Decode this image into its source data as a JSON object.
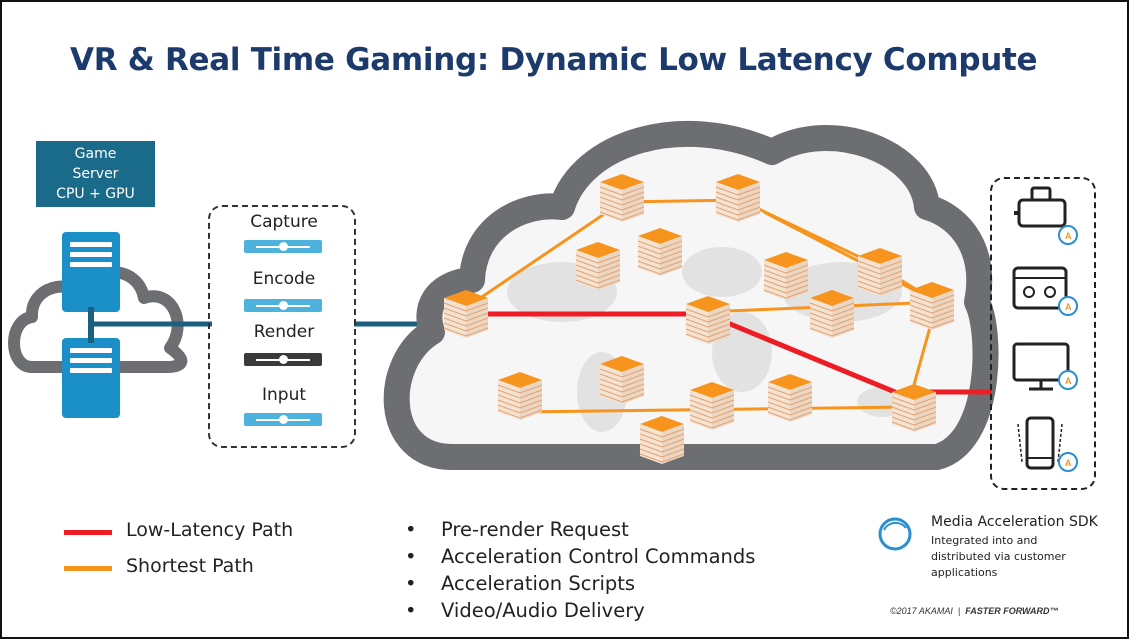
{
  "title": "VR & Real Time Gaming: Dynamic Low Latency Compute",
  "game_server": {
    "line1": "Game",
    "line2": "Server",
    "line3": "CPU + GPU"
  },
  "pipeline": {
    "steps": [
      {
        "label": "Capture",
        "color": "#4db3dd"
      },
      {
        "label": "Encode",
        "color": "#4db3dd"
      },
      {
        "label": "Render",
        "color": "#3a3a3a"
      },
      {
        "label": "Input",
        "color": "#4db3dd"
      }
    ]
  },
  "legend": {
    "low_latency": {
      "label": "Low-Latency Path",
      "color": "#ee1c24"
    },
    "shortest": {
      "label": "Shortest Path",
      "color": "#f7941d"
    }
  },
  "bullets": [
    "Pre-render Request",
    "Acceleration Control Commands",
    "Acceleration Scripts",
    "Video/Audio Delivery"
  ],
  "sdk": {
    "title": "Media Acceleration SDK",
    "desc_line1": "Integrated into and",
    "desc_line2": "distributed via customer",
    "desc_line3": "applications",
    "badge_letter": "A"
  },
  "footer": {
    "copyright": "©2017 AKAMAI",
    "separator": "|",
    "tagline": "FASTER FORWARD™"
  },
  "devices": [
    "vr-headset-icon",
    "cardboard-viewer-icon",
    "monitor-icon",
    "smartphone-icon"
  ],
  "colors": {
    "cloud": "#6d6e71",
    "server": "#1a8fc8",
    "connector": "#1a5f80",
    "node_top": "#f7941d",
    "title": "#1c3a6b"
  }
}
